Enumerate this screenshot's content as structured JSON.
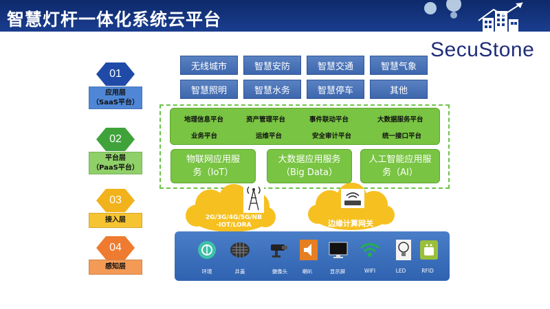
{
  "header": {
    "title": "智慧灯杆一体化系统云平台"
  },
  "logo": {
    "text": "SecuStone"
  },
  "layers": [
    {
      "num": "01",
      "name": "应用层",
      "sub": "（SaaS平台）",
      "hex_color": "#1f4aa8",
      "box_color": "#4f87d6"
    },
    {
      "num": "02",
      "name": "平台层",
      "sub": "（PaaS平台）",
      "hex_color": "#3fa33a",
      "box_color": "#8fd068"
    },
    {
      "num": "03",
      "name": "接入层",
      "sub": "",
      "hex_color": "#f2b21b",
      "box_color": "#f6c433"
    },
    {
      "num": "04",
      "name": "感知层",
      "sub": "",
      "hex_color": "#ee7b2f",
      "box_color": "#f39a56"
    }
  ],
  "saas": {
    "row1": [
      "无线城市",
      "智慧安防",
      "智慧交通",
      "智慧气象"
    ],
    "row2": [
      "智慧照明",
      "智慧水务",
      "智慧停车",
      "其他"
    ]
  },
  "paas": {
    "row1": [
      "地理信息平台",
      "资产管理平台",
      "事件联动平台",
      "大数据服务平台"
    ],
    "row2": [
      "业务平台",
      "运维平台",
      "安全审计平台",
      "统一接口平台"
    ],
    "services": [
      {
        "line1": "物联网应用服",
        "line2": "务（IoT）"
      },
      {
        "line1": "大数据应用服务",
        "line2": "（Big Data）"
      },
      {
        "line1": "人工智能应用服",
        "line2": "务（AI）"
      }
    ]
  },
  "access": {
    "cloud1": {
      "line1": "2G/3G/4G/5G/NB",
      "line2": "-IOT/LORA",
      "icon": "cell-tower-icon"
    },
    "cloud2": {
      "label": "边缘计算网关",
      "icon": "router-icon"
    }
  },
  "devices": [
    {
      "label": "环境",
      "icon": "environment-icon"
    },
    {
      "label": "井盖",
      "icon": "manhole-icon"
    },
    {
      "label": "摄像头",
      "icon": "camera-icon"
    },
    {
      "label": "喇叭",
      "icon": "speaker-icon"
    },
    {
      "label": "显示屏",
      "icon": "display-icon"
    },
    {
      "label": "WIFI",
      "icon": "wifi-icon"
    },
    {
      "label": "LED",
      "icon": "led-bulb-icon"
    },
    {
      "label": "RFID",
      "icon": "rfid-icon"
    }
  ]
}
